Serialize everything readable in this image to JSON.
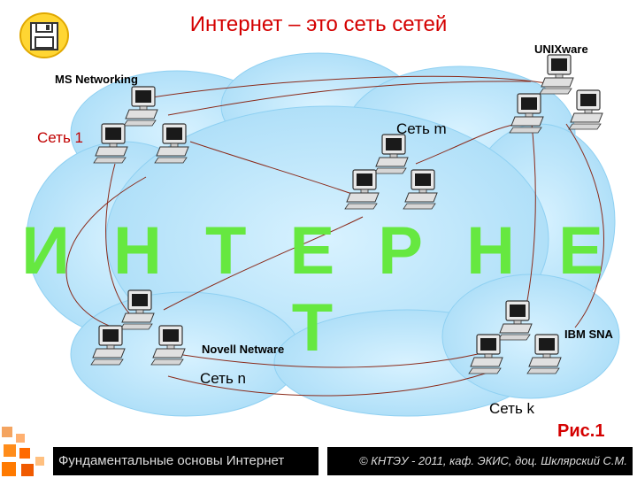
{
  "slide": {
    "title": "Интернет – это сеть сетей",
    "figure_label": "Рис.1",
    "footer_left": "Фундаментальные основы Интернет",
    "footer_right": "© КНТЭУ - 2011, каф. ЭКИС, доц. Шклярский С.М."
  },
  "diagram": {
    "center_word": "И Н Т Е Р Н Е Т",
    "labels": {
      "ms_networking": "MS Networking",
      "unixware": "UNIXware",
      "novell": "Novell Netware",
      "ibm": "IBM SNA",
      "net1": "Сеть 1",
      "netm": "Сеть m",
      "netn": "Сеть n",
      "netk": "Сеть k"
    }
  },
  "colors": {
    "cloud": "#b6e4fb",
    "cloud_edge": "#8fd0f2",
    "title_red": "#d40000",
    "center_word": "#66e840"
  },
  "icons": [
    "floppy-disk-icon",
    "computer-icon"
  ]
}
